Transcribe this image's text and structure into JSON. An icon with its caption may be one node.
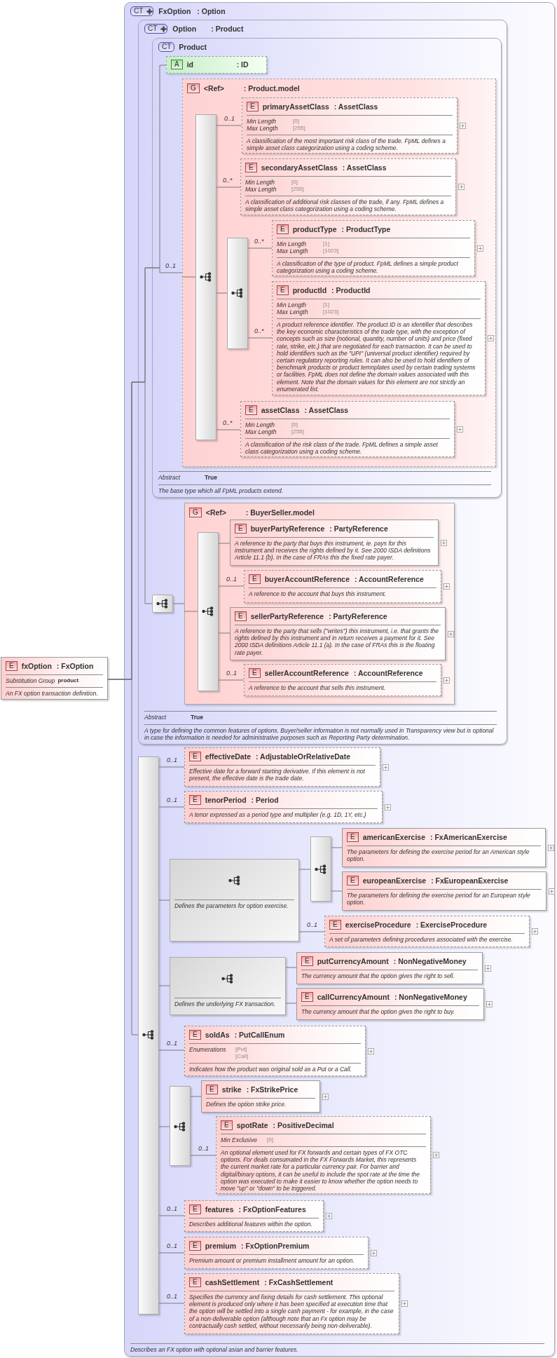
{
  "diagram": {
    "nodes": [
      {
        "text": [
          "E",
          "fxOption",
          ": FxOption",
          "Substitution Group",
          "product",
          "An FX option transaction definition."
        ]
      },
      {
        "text": [
          "CT",
          "FxOption",
          ": Option",
          "Describes an FX option with optional asian and barrier features."
        ]
      },
      {
        "text": [
          "CT",
          "Option",
          ": Product",
          "Abstract",
          "True",
          "A type for defining the common features of options. Buyer/seller information is not normally used in Transparency view but is optional in case the information is needed for administrative purposes such as Reporting Party determination."
        ],
        "in": 1
      },
      {
        "text": [
          "CT",
          "Product",
          "Abstract",
          "True",
          "The base type which all FpML products extend."
        ],
        "in": 2
      },
      {
        "text": [
          "A",
          "id",
          ": ID"
        ],
        "in": 3
      },
      {
        "text": [
          "G",
          "<Ref>",
          ": Product.model"
        ],
        "in": 3
      },
      {
        "text": [],
        "shape": "bar",
        "in": 5
      },
      {
        "text": [
          "E",
          "primaryAssetClass",
          ": AssetClass",
          "Min Length",
          "[0]",
          "Max Length",
          "[255]",
          "A classification of the most important risk class of the trade. FpML defines a simple asset class categorization using a coding scheme."
        ],
        "in": 5
      },
      {
        "text": [
          "E",
          "secondaryAssetClass",
          ": AssetClass",
          "Min Length",
          "[0]",
          "Max Length",
          "[255]",
          "A classification of additional risk classes of the trade, if any. FpML defines a simple asset class categorization using a coding scheme."
        ],
        "in": 5
      },
      {
        "text": [],
        "shape": "bar",
        "in": 5
      },
      {
        "text": [
          "E",
          "productType",
          ": ProductType",
          "Min Length",
          "[1]",
          "Max Length",
          "[1023]",
          "A classification of the type of product. FpML defines a simple product categorization using a coding scheme."
        ],
        "in": 5
      },
      {
        "text": [
          "E",
          "productId",
          ": ProductId",
          "Min Length",
          "[1]",
          "Max Length",
          "[1023]",
          "A product reference identifier. The product ID is an identifier that describes the key economic characteristics of the trade type, with the exception of concepts such as size (notional, quantity, number of units) and price (fixed rate, strike, etc.) that are negotiated for each transaction. It can be used to hold identifiers such as the \"UPI\" (universal product identifier) required by certain regulatory reporting rules. It can also be used to hold identifiers of benchmark products or product temnplates used by certain trading systems or facilities. FpML does not define the domain values associated with this element. Note that the domain values for this element are not strictly an enumerated list."
        ],
        "in": 5
      },
      {
        "text": [
          "E",
          "assetClass",
          ": AssetClass",
          "Min Length",
          "[0]",
          "Max Length",
          "[255]",
          "A classification of the risk class of the trade. FpML defines a simple asset class categorization using a coding scheme."
        ],
        "in": 5
      },
      {
        "text": [],
        "shape": "box",
        "in": 2
      },
      {
        "text": [
          "G",
          "<Ref>",
          ": BuyerSeller.model"
        ],
        "in": 2
      },
      {
        "text": [],
        "shape": "bar",
        "in": 14
      },
      {
        "text": [
          "E",
          "buyerPartyReference",
          ": PartyReference",
          "A reference to the party that buys this instrument, ie. pays for this instrument and receives the rights defined by it. See 2000 ISDA definitions Article 11.1 (b). In the case of FRAs this the fixed rate payer."
        ],
        "in": 14
      },
      {
        "text": [
          "E",
          "buyerAccountReference",
          ": AccountReference",
          "A reference to the account that buys this instrument."
        ],
        "in": 14
      },
      {
        "text": [
          "E",
          "sellerPartyReference",
          ": PartyReference",
          "A reference to the party that sells (\"writes\") this instrument, i.e. that grants the rights defined by this instrument and in return receives a payment for it. See 2000 ISDA definitions Article 11.1 (a). In the case of FRAs this is the floating rate payer."
        ],
        "in": 14
      },
      {
        "text": [
          "E",
          "sellerAccountReference",
          ": AccountReference",
          "A reference to the account that sells this instrument."
        ],
        "in": 14
      },
      {
        "text": [],
        "shape": "bar",
        "in": 1
      },
      {
        "text": [
          "E",
          "effectiveDate",
          ": AdjustableOrRelativeDate",
          "Effective date for a forward starting derivative. If this element is not present, the effective date is the trade date."
        ],
        "in": 1
      },
      {
        "text": [
          "E",
          "tenorPeriod",
          ": Period",
          "A tenor expressed as a period type and multiplier (e.g. 1D, 1Y, etc.)"
        ],
        "in": 1
      },
      {
        "text": [
          "Defines the parameters for option exercise."
        ],
        "in": 1
      },
      {
        "text": [],
        "shape": "bar",
        "in": 1
      },
      {
        "text": [
          "E",
          "americanExercise",
          ": FxAmericanExercise",
          "The parameters for defining the exercise period for an American style option."
        ],
        "in": 1
      },
      {
        "text": [
          "E",
          "europeanExercise",
          ": FxEuropeanExercise",
          "The parameters for defining the exercise period for an European style option."
        ],
        "in": 1
      },
      {
        "text": [
          "E",
          "exerciseProcedure",
          ": ExerciseProcedure",
          "A set of parameters defining procedures associated with the exercise."
        ],
        "in": 1
      },
      {
        "text": [
          "Defines the underlying FX transaction."
        ],
        "in": 1
      },
      {
        "text": [
          "E",
          "putCurrencyAmount",
          ": NonNegativeMoney",
          "The currency amount that the option gives the right to sell."
        ],
        "in": 1
      },
      {
        "text": [
          "E",
          "callCurrencyAmount",
          ": NonNegativeMoney",
          "The currency amount that the option gives the right to buy."
        ],
        "in": 1
      },
      {
        "text": [
          "E",
          "soldAs",
          ": PutCallEnum",
          "Enumerations",
          "[Put]",
          "[Call]",
          "Indicates how the product was original sold as a Put or a Call."
        ],
        "in": 1
      },
      {
        "text": [],
        "shape": "bar",
        "in": 1
      },
      {
        "text": [
          "E",
          "strike",
          ": FxStrikePrice",
          "Defines the option strike price."
        ],
        "in": 1
      },
      {
        "text": [
          "E",
          "spotRate",
          ": PositiveDecimal",
          "Min Exclusive",
          "[0]",
          "An optional element used for FX forwards and certain types of FX OTC options. For deals consumated in the FX Forwards Market, this represents the current market rate for a particular currency pair. For barrier and digital/binary options, it can be useful to include the spot rate at the time the option was executed to make it easier to know whether the option needs to move \"up\" or \"down\" to be triggered."
        ],
        "in": 1
      },
      {
        "text": [
          "E",
          "features",
          ": FxOptionFeatures",
          "Describes additional features within the option."
        ],
        "in": 1
      },
      {
        "text": [
          "E",
          "premium",
          ": FxOptionPremium",
          "Premium amount or premium installment amount for an option."
        ],
        "in": 1
      },
      {
        "text": [
          "E",
          "cashSettlement",
          ": FxCashSettlement",
          "Specifies the currency and fixing details for cash settlement. This optional element is produced only where it has been specified at execution time that the option will be settled into a single cash payment - for example, in the case of a non-deliverable option (although note that an Fx option may be contractually cash settled, without necessarily being non-deliverable)."
        ],
        "in": 1
      }
    ],
    "edges": [
      {
        "from": 0,
        "to": 4,
        "arrow": "none"
      },
      {
        "from": 0,
        "to": 5,
        "arrow": "none",
        "label": "0..1"
      },
      {
        "from": 0,
        "to": 13,
        "arrow": "none"
      },
      {
        "from": 0,
        "to": 20,
        "arrow": "none"
      },
      {
        "from": 5,
        "to": 6,
        "arrow": "none"
      },
      {
        "from": 6,
        "to": 7,
        "arrow": "none",
        "label": "0..1"
      },
      {
        "from": 6,
        "to": 8,
        "arrow": "none",
        "label": "0..*"
      },
      {
        "from": 6,
        "to": 9,
        "arrow": "none"
      },
      {
        "from": 9,
        "to": 10,
        "arrow": "none",
        "label": "0..*"
      },
      {
        "from": 9,
        "to": 11,
        "arrow": "none",
        "label": "0..*"
      },
      {
        "from": 6,
        "to": 12,
        "arrow": "none",
        "label": "0..*"
      },
      {
        "from": 13,
        "to": 14,
        "arrow": "none"
      },
      {
        "from": 14,
        "to": 15,
        "arrow": "none"
      },
      {
        "from": 15,
        "to": 16,
        "arrow": "none"
      },
      {
        "from": 15,
        "to": 17,
        "arrow": "none",
        "label": "0..1"
      },
      {
        "from": 15,
        "to": 18,
        "arrow": "none"
      },
      {
        "from": 15,
        "to": 19,
        "arrow": "none",
        "label": "0..1"
      },
      {
        "from": 20,
        "to": 21,
        "arrow": "none",
        "label": "0..1"
      },
      {
        "from": 20,
        "to": 22,
        "arrow": "none",
        "label": "0..1"
      },
      {
        "from": 20,
        "to": 23,
        "arrow": "none"
      },
      {
        "from": 23,
        "to": 24,
        "arrow": "none"
      },
      {
        "from": 24,
        "to": 25,
        "arrow": "none"
      },
      {
        "from": 24,
        "to": 26,
        "arrow": "none"
      },
      {
        "from": 23,
        "to": 27,
        "arrow": "none",
        "label": "0..1"
      },
      {
        "from": 20,
        "to": 28,
        "arrow": "none"
      },
      {
        "from": 28,
        "to": 29,
        "arrow": "none"
      },
      {
        "from": 28,
        "to": 30,
        "arrow": "none"
      },
      {
        "from": 20,
        "to": 31,
        "arrow": "none",
        "label": "0..1"
      },
      {
        "from": 20,
        "to": 32,
        "arrow": "none"
      },
      {
        "from": 32,
        "to": 33,
        "arrow": "none"
      },
      {
        "from": 32,
        "to": 34,
        "arrow": "none",
        "label": "0..1"
      },
      {
        "from": 20,
        "to": 35,
        "arrow": "none",
        "label": "0..1"
      },
      {
        "from": 20,
        "to": 36,
        "arrow": "none",
        "label": "0..1"
      },
      {
        "from": 20,
        "to": 37,
        "arrow": "none",
        "label": "0..1"
      }
    ]
  }
}
